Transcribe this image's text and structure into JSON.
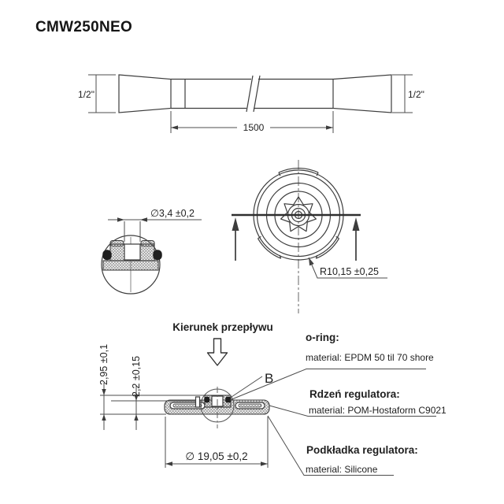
{
  "title": "CMW250NEO",
  "colors": {
    "line": "#3d3d3d",
    "dim": "#4d4d4d",
    "text": "#1f1f1f",
    "background": "#ffffff"
  },
  "hose_view": {
    "left_thread_size": "1/2\"",
    "right_thread_size": "1/2\"",
    "length_dim": "1500"
  },
  "detail_enlarged_view": {
    "hole_diameter_dim": "∅3,4 ±0,2"
  },
  "top_view": {
    "radius_dim": "R10,15 ±0,25"
  },
  "section_view": {
    "flow_label": "Kierunek przepływu",
    "detail_label": "B",
    "height_total_dim": "2,95 ±0,1",
    "height_body_dim": "2,2 ±0,15",
    "diameter_dim": "∅ 19,05 ±0,2"
  },
  "annotations": {
    "oring_title": "o-ring:",
    "oring_material": "material: EPDM 50 til 70 shore",
    "core_title": "Rdzeń regulatora:",
    "core_material": "material: POM-Hostaform C9021",
    "washer_title": "Podkładka regulatora:",
    "washer_material": "material: Silicone"
  }
}
